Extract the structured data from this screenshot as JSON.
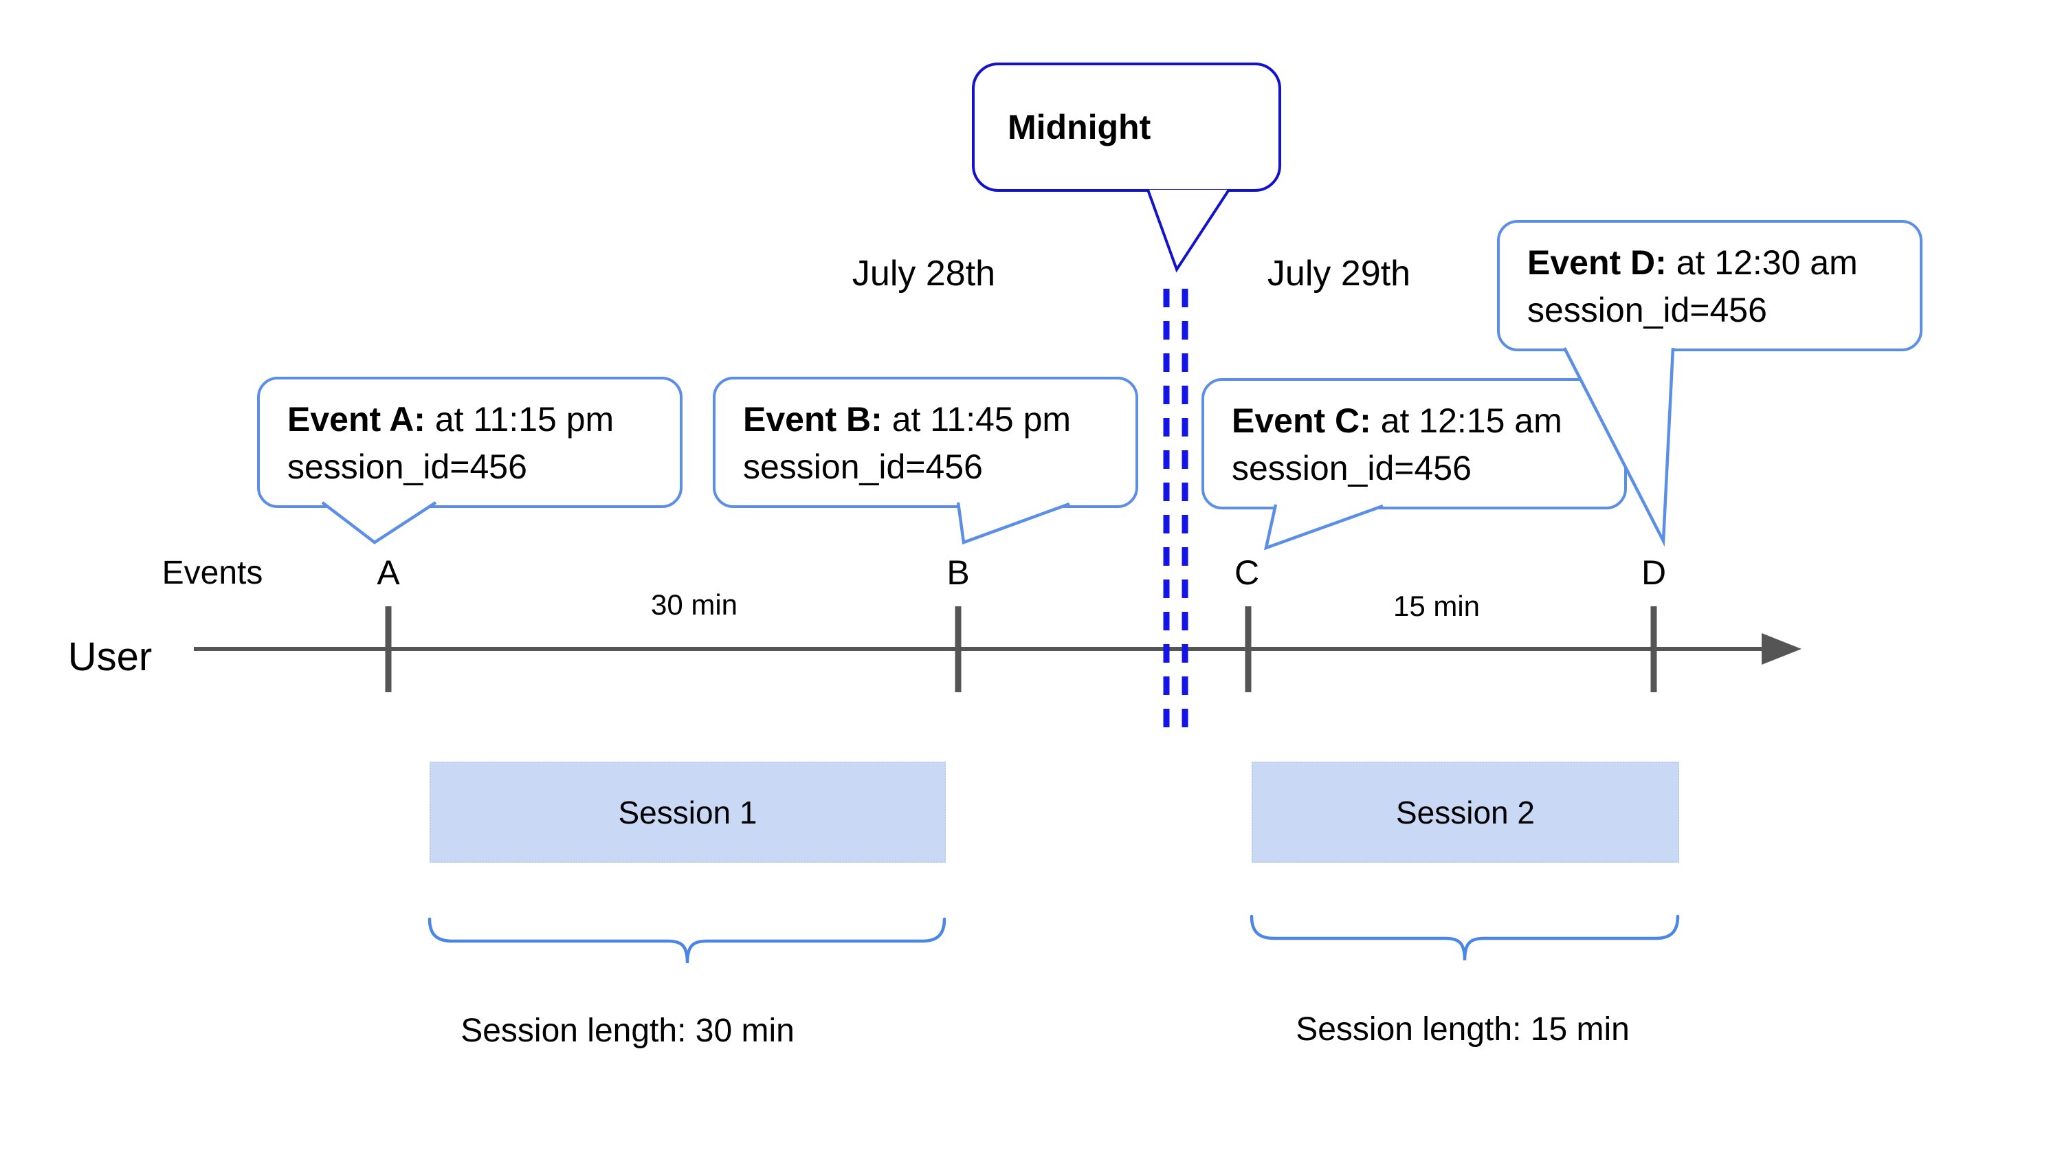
{
  "diagram": {
    "dates": {
      "left": "July 28th",
      "right": "July 29th"
    },
    "midnight": {
      "label": "Midnight"
    },
    "events": [
      {
        "id": "A",
        "letter": "A",
        "title": "Event A:",
        "time": " at 11:15 pm",
        "session": "session_id=456"
      },
      {
        "id": "B",
        "letter": "B",
        "title": "Event B:",
        "time": " at 11:45 pm",
        "session": "session_id=456"
      },
      {
        "id": "C",
        "letter": "C",
        "title": "Event C:",
        "time": " at 12:15 am",
        "session": "session_id=456"
      },
      {
        "id": "D",
        "letter": "D",
        "title": "Event D:",
        "time": " at 12:30 am",
        "session": "session_id=456"
      }
    ],
    "axis": {
      "events_label": "Events",
      "user_label": "User",
      "gap_left": "30 min",
      "gap_right": "15 min"
    },
    "sessions": [
      {
        "label": "Session 1",
        "length_label": "Session length: 30 min"
      },
      {
        "label": "Session 2",
        "length_label": "Session length: 15 min"
      }
    ],
    "colors": {
      "midnight_blue": "#1212cc",
      "dash_blue": "#1414e6",
      "bubble_border": "#5b8ee6",
      "brace_blue": "#4a86e8",
      "session_fill": "#c9d9f5",
      "session_border": "#b7ccf0",
      "axis_gray": "#555555"
    }
  }
}
